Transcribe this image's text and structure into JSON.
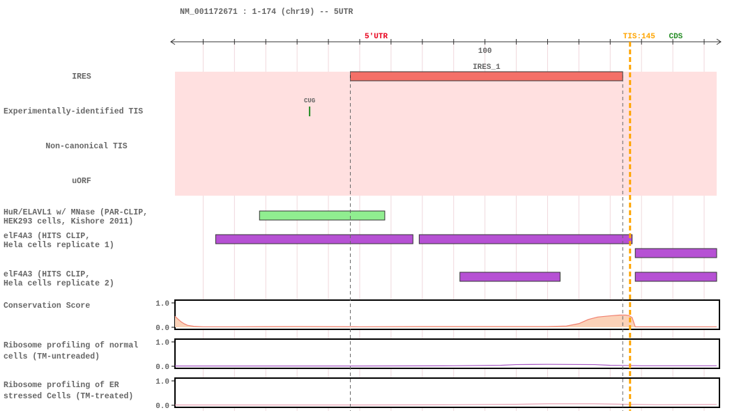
{
  "header": {
    "title": "NM_001172671 : 1-174 (chr19) -- 5UTR"
  },
  "colors": {
    "region_5utr": "#e8001c",
    "tis": "#ffa500",
    "cds": "#228b22",
    "ires_bar": "#f47068",
    "ires_band": "#ffe0e0",
    "hur_bar": "#90ee90",
    "eif4a3_bar": "#b651d4",
    "conservation_fill": "#fbd2b8",
    "conservation_line": "#f08070",
    "ribo_untreated_line": "#a657c4",
    "ribo_treated_line": "#e8a0b4"
  },
  "ruler": {
    "domain": [
      1,
      174
    ],
    "tick_label": "100",
    "tick_value": 100,
    "minor_tick_step": 10,
    "region_labels": {
      "utr": "5'UTR",
      "tis": "TIS:145",
      "cds": "CDS"
    },
    "tis_position": 145
  },
  "tracks": {
    "ires": {
      "label": "IRES",
      "feature_label": "IRES_1",
      "start": 57,
      "end": 144
    },
    "tis": {
      "label": "Experimentally-identified TIS",
      "marker_label": "CUG",
      "position": 44
    },
    "noncanonical": {
      "label": "Non-canonical TIS"
    },
    "uorf": {
      "label": "uORF"
    },
    "hur": {
      "label_line1": "HuR/ELAVL1 w/ MNase (PAR-CLIP,",
      "label_line2": "HEK293 cells, Kishore 2011)",
      "segments": [
        {
          "start": 28,
          "end": 68
        }
      ]
    },
    "eif4a3_rep1": {
      "label_line1": "elF4A3 (HITS CLIP,",
      "label_line2": "Hela cells replicate 1)",
      "segments": [
        {
          "start": 14,
          "end": 77,
          "row": 0
        },
        {
          "start": 79,
          "end": 147,
          "row": 0
        },
        {
          "start": 148,
          "end": 174,
          "row": 1
        }
      ]
    },
    "eif4a3_rep2": {
      "label_line1": "elF4A3 (HITS CLIP,",
      "label_line2": "Hela cells replicate 2)",
      "segments": [
        {
          "start": 92,
          "end": 124
        },
        {
          "start": 148,
          "end": 174
        }
      ]
    }
  },
  "chart_data": [
    {
      "type": "area",
      "title": "Conservation Score",
      "ylim": [
        0,
        1
      ],
      "yticks": [
        "1.0",
        "0.0"
      ],
      "x": [
        1,
        2,
        3,
        4,
        5,
        7,
        10,
        20,
        40,
        60,
        80,
        100,
        110,
        120,
        126,
        130,
        133,
        136,
        140,
        143,
        145,
        146,
        147,
        148,
        160,
        174
      ],
      "values": [
        0.45,
        0.33,
        0.22,
        0.14,
        0.08,
        0.04,
        0.02,
        0.02,
        0.03,
        0.02,
        0.03,
        0.03,
        0.03,
        0.03,
        0.05,
        0.15,
        0.32,
        0.42,
        0.47,
        0.5,
        0.5,
        0.48,
        0.4,
        0.02,
        0.02,
        0.02
      ]
    },
    {
      "type": "line",
      "title_line1": "Ribosome profiling of normal",
      "title_line2": "cells (TM-untreaded)",
      "ylim": [
        0,
        1
      ],
      "yticks": [
        "1.0",
        "0.0"
      ],
      "x": [
        1,
        60,
        90,
        105,
        110,
        120,
        135,
        140,
        150,
        174
      ],
      "values": [
        0.01,
        0.01,
        0.02,
        0.04,
        0.07,
        0.08,
        0.07,
        0.04,
        0.02,
        0.02
      ]
    },
    {
      "type": "line",
      "title_line1": "Ribosome profiling of ER",
      "title_line2": "stressed Cells (TM-treated)",
      "ylim": [
        0,
        1
      ],
      "yticks": [
        "1.0",
        "0.0"
      ],
      "x": [
        1,
        60,
        90,
        110,
        120,
        135,
        145,
        155,
        174
      ],
      "values": [
        0.01,
        0.01,
        0.02,
        0.04,
        0.06,
        0.06,
        0.04,
        0.02,
        0.03
      ]
    }
  ]
}
